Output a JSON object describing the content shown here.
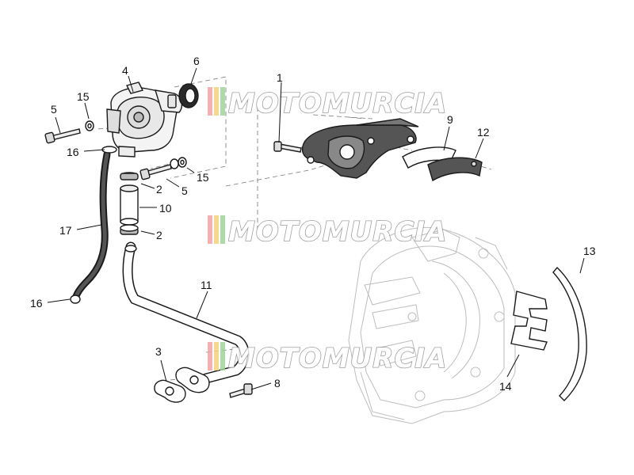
{
  "watermark": {
    "text": "MOTOMURCIA",
    "stripe_colors": [
      "#f2a3a3",
      "#f4d27a",
      "#9fd39a"
    ]
  },
  "callouts": [
    {
      "id": "c1",
      "label": "1"
    },
    {
      "id": "c2a",
      "label": "2"
    },
    {
      "id": "c2b",
      "label": "2"
    },
    {
      "id": "c3",
      "label": "3"
    },
    {
      "id": "c4",
      "label": "4"
    },
    {
      "id": "c5a",
      "label": "5"
    },
    {
      "id": "c5b",
      "label": "5"
    },
    {
      "id": "c6",
      "label": "6"
    },
    {
      "id": "c8",
      "label": "8"
    },
    {
      "id": "c9",
      "label": "9"
    },
    {
      "id": "c10",
      "label": "10"
    },
    {
      "id": "c11",
      "label": "11"
    },
    {
      "id": "c12",
      "label": "12"
    },
    {
      "id": "c13",
      "label": "13"
    },
    {
      "id": "c14",
      "label": "14"
    },
    {
      "id": "c15a",
      "label": "15"
    },
    {
      "id": "c15b",
      "label": "15"
    },
    {
      "id": "c16a",
      "label": "16"
    },
    {
      "id": "c16b",
      "label": "16"
    },
    {
      "id": "c17",
      "label": "17"
    }
  ]
}
